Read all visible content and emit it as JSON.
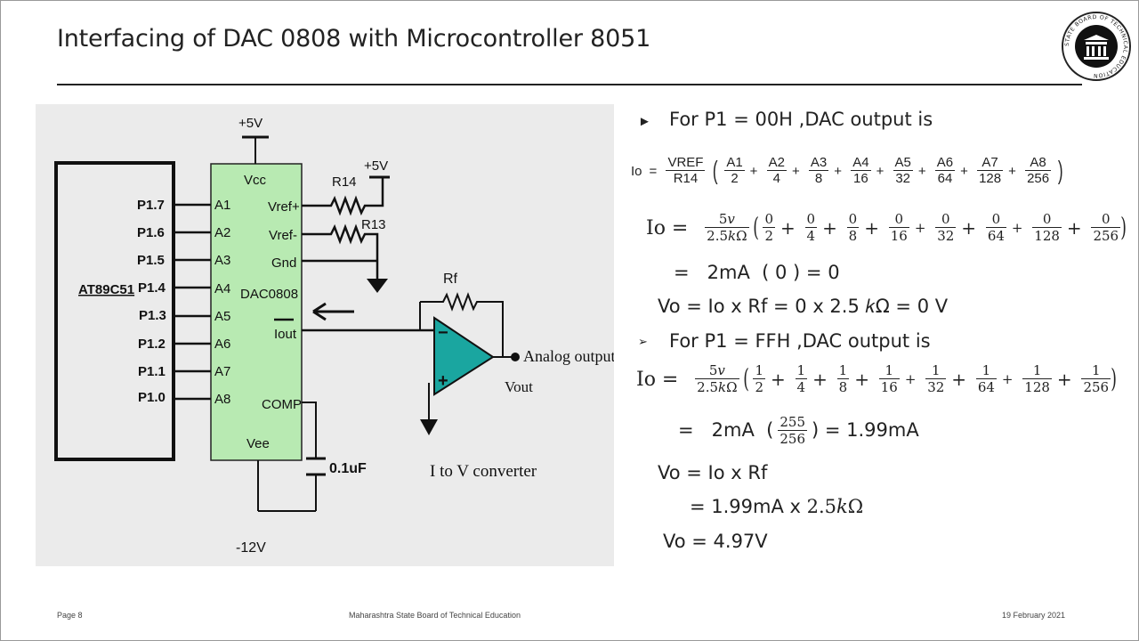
{
  "slide": {
    "title": "Interfacing of DAC 0808 with Microcontroller 8051",
    "footer": {
      "page": "Page 8",
      "org": "Maharashtra State Board of Technical Education",
      "date": "19 February 2021"
    }
  },
  "logo": {
    "ring_text": "STATE BOARD OF TECHNICAL EDUCATION"
  },
  "circuit": {
    "mcu": "AT89C51",
    "port_pins": [
      "P1.7",
      "P1.6",
      "P1.5",
      "P1.4",
      "P1.3",
      "P1.2",
      "P1.1",
      "P1.0"
    ],
    "dac_name": "DAC0808",
    "dac_inputs": [
      "A1",
      "A2",
      "A3",
      "A4",
      "A5",
      "A6",
      "A7",
      "A8"
    ],
    "vcc": "Vcc",
    "vee": "Vee",
    "vref_plus": "Vref+",
    "vref_minus": "Vref-",
    "gnd": "Gnd",
    "iout": "Iout",
    "comp": "COMP",
    "plus5v_top": "+5V",
    "plus5v_right": "+5V",
    "minus12v": "-12V",
    "r14": "R14",
    "r13": "R13",
    "rf": "Rf",
    "cap": "0.1uF",
    "analog_output": "Analog output",
    "vout": "Vout",
    "converter": "I to V converter",
    "opamp_minus": "−",
    "opamp_plus": "+"
  },
  "notes": {
    "case1": {
      "heading": "For P1 = 00H ,DAC output is",
      "formula": {
        "io": "Io",
        "eq": "=",
        "vref": "VREF",
        "r14": "R14",
        "bits": [
          [
            "A1",
            "2"
          ],
          [
            "A2",
            "4"
          ],
          [
            "A3",
            "8"
          ],
          [
            "A4",
            "16"
          ],
          [
            "A5",
            "32"
          ],
          [
            "A6",
            "64"
          ],
          [
            "A7",
            "128"
          ],
          [
            "A8",
            "256"
          ]
        ]
      },
      "io_label": "Io =",
      "five_v": "5𝑣",
      "res": "2.5𝑘Ω",
      "zero_terms": [
        [
          "0",
          "2"
        ],
        [
          "0",
          "4"
        ],
        [
          "0",
          "8"
        ],
        [
          "0",
          "16"
        ],
        [
          "0",
          "32"
        ],
        [
          "0",
          "64"
        ],
        [
          "0",
          "128"
        ],
        [
          "0",
          "256"
        ]
      ],
      "result": "=   2mA  ( 0 ) = 0",
      "vo": "Vo = Io x Rf = 0 x 2.5 𝑘Ω  = 0 V"
    },
    "case2": {
      "heading": "For P1 = FFH ,DAC output is",
      "io_label": "Io =",
      "five_v": "5𝑣",
      "res": "2.5𝑘Ω",
      "one_terms": [
        [
          "1",
          "2"
        ],
        [
          "1",
          "4"
        ],
        [
          "1",
          "8"
        ],
        [
          "1",
          "16"
        ],
        [
          "1",
          "32"
        ],
        [
          "1",
          "64"
        ],
        [
          "1",
          "128"
        ],
        [
          "1",
          "256"
        ]
      ],
      "result_prefix": "=   2mA  (",
      "result_num": "255",
      "result_den": "256",
      "result_suffix": ") = 1.99mA",
      "vo1": "Vo = Io x Rf",
      "vo2_prefix": "= 1.99mA x ",
      "vo2_res": "2.5𝑘Ω",
      "vo3": "Vo = 4.97V"
    }
  }
}
